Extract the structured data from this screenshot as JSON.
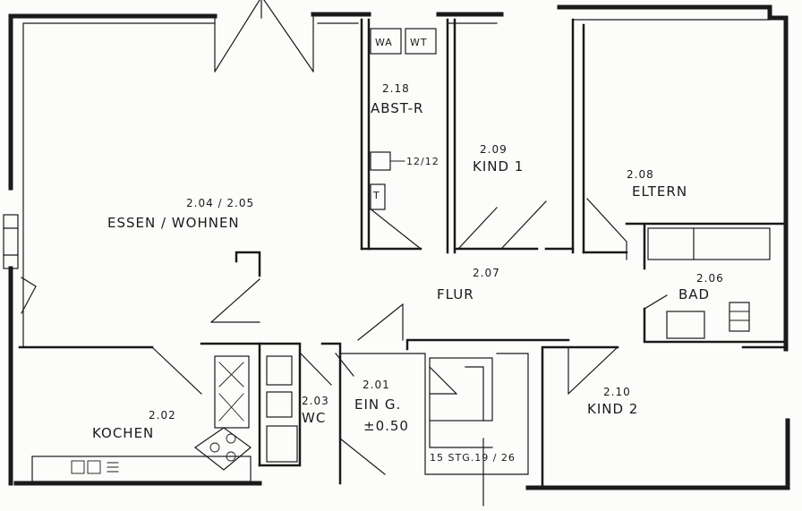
{
  "rooms": {
    "essen_wohnen": {
      "number": "2.04 / 2.05",
      "name": "ESSEN / WOHNEN"
    },
    "abstr": {
      "number": "2.18",
      "name": "ABST-R"
    },
    "kind1": {
      "number": "2.09",
      "name": "KIND 1"
    },
    "eltern": {
      "number": "2.08",
      "name": "ELTERN"
    },
    "flur": {
      "number": "2.07",
      "name": "FLUR"
    },
    "bad": {
      "number": "2.06",
      "name": "BAD"
    },
    "kochen": {
      "number": "2.02",
      "name": "KOCHEN"
    },
    "wc": {
      "number": "2.03",
      "name": "WC"
    },
    "eing": {
      "number": "2.01",
      "name": "EIN G."
    },
    "kind2": {
      "number": "2.10",
      "name": "KIND 2"
    }
  },
  "annotations": {
    "wa": "WA",
    "wt": "WT",
    "meter": "12/12",
    "t": "T",
    "level": "±0.50",
    "stairs": "15 STG.19 / 26"
  }
}
